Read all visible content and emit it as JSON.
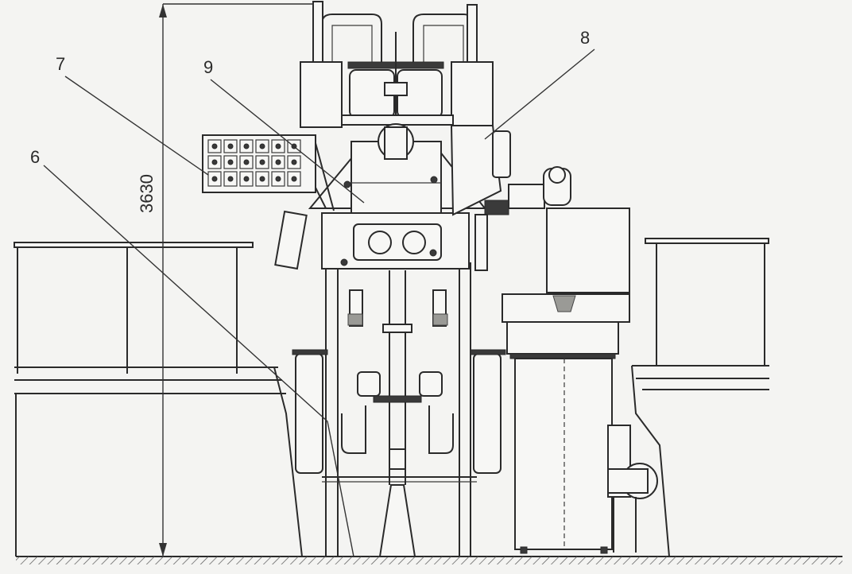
{
  "drawing": {
    "dimension_label": "3630",
    "callouts": [
      {
        "id": "6",
        "label": "6"
      },
      {
        "id": "7",
        "label": "7"
      },
      {
        "id": "8",
        "label": "8"
      },
      {
        "id": "9",
        "label": "9"
      }
    ]
  }
}
